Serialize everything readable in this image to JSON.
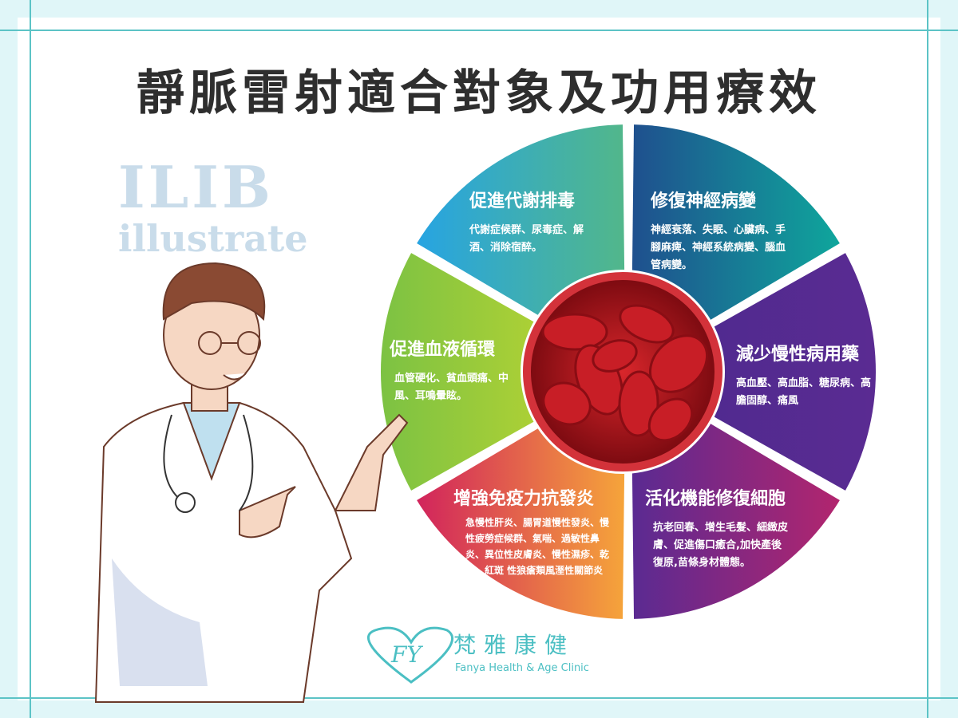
{
  "title": "靜脈雷射適合對象及功用療效",
  "watermark": {
    "line1": "ILIB",
    "line2": "illustrate"
  },
  "segments": [
    {
      "heading": "促進代謝排毒",
      "text": "代謝症候群、尿毒症、解酒、消除宿醉。"
    },
    {
      "heading": "修復神經病變",
      "text": "神經衰落、失眠、心臟病、手腳麻痺、神經系統病變、腦血管病變。"
    },
    {
      "heading": "減少慢性病用藥",
      "text": "高血壓、高血脂、糖尿病、高膽固醇、痛風"
    },
    {
      "heading": "活化機能修復細胞",
      "text": "抗老回春、增生毛髮、細緻皮膚、促進傷口癒合,加快產後復原,苗條身材體態。"
    },
    {
      "heading": "增強免疫力抗發炎",
      "text": "急慢性肝炎、腸胃道慢性發炎、慢性疲勞症候群、氣喘、過敏性鼻炎、異位性皮膚炎、慢性濕疹、乾癬、紅斑 性狼瘡類風溼性關節炎"
    },
    {
      "heading": "促進血液循環",
      "text": "血管硬化、貧血頭痛、中風、耳鳴暈眩。"
    }
  ],
  "logo": {
    "mark": "FY",
    "name_cn": "梵雅康健",
    "name_en": "Fanya Health & Age Clinic"
  },
  "colors": {
    "accent": "#4bbfc3",
    "title": "#2e2e2e",
    "center": "#b3141c"
  }
}
